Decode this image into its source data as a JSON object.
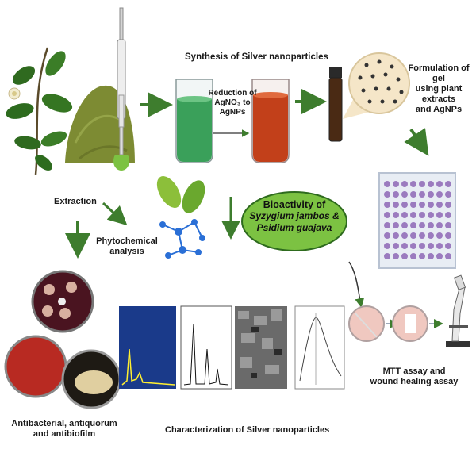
{
  "labels": {
    "extraction": "Extraction",
    "synthesis": "Synthesis of Silver nanoparticles",
    "reduction_line1": "Reduction of",
    "reduction_line2": "AgNO₃ to AgNPs",
    "gel_line1": "Formulation of gel",
    "gel_line2": "using plant extracts",
    "gel_line3": "and AgNPs",
    "phyto_line1": "Phytochemical",
    "phyto_line2": "analysis",
    "bioactivity_title": "Bioactivity of",
    "bioactivity_species_line1": "Syzygium jambos &",
    "bioactivity_species_line2": "Psidium guajava",
    "mtt_line1": "MTT assay and",
    "mtt_line2": "wound healing assay",
    "characterization": "Characterization of Silver nanoparticles",
    "antibacterial_line1": "Antibacterial, antiquorum",
    "antibacterial_line2": "and antibiofilm"
  },
  "colors": {
    "arrow": "#3e7d2e",
    "green_solution": "#3aa05a",
    "red_solution": "#c2401a",
    "ellipse_fill": "#7cc242",
    "ellipse_stroke": "#2e6b1e",
    "well_plate": "#9b7bbf"
  },
  "icons": [
    "plant-icon",
    "powder-icon",
    "soxhlet-icon",
    "beaker-green-icon",
    "beaker-red-icon",
    "vial-icon",
    "gel-magnifier-icon",
    "well-plate-icon",
    "phyto-network-icon",
    "petri-dish-icon",
    "eds-graph-icon",
    "xrd-graph-icon",
    "sem-image-icon",
    "uv-graph-icon",
    "wound-dish-icon",
    "microscope-icon"
  ]
}
